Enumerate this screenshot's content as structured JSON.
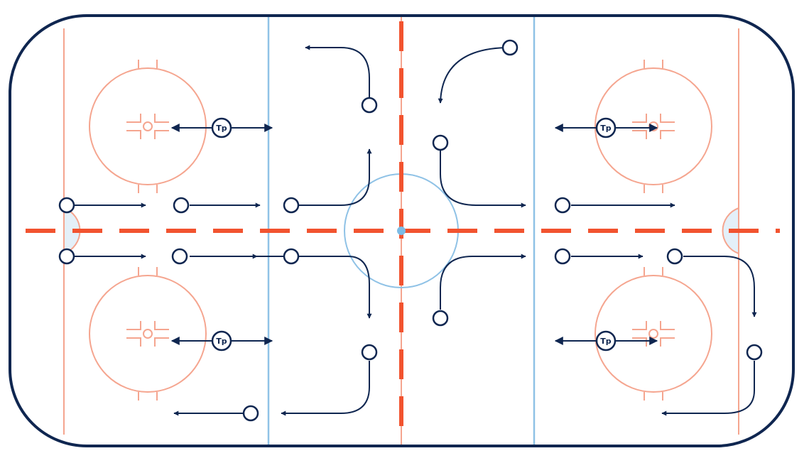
{
  "labels": {
    "tp1": "Tp",
    "tp2": "Tp",
    "tp3": "Tp",
    "tp4": "Tp"
  },
  "colors": {
    "board": "#0f2650",
    "red_line": "#f2532f",
    "faceoff": "#f5a58f",
    "blue_line": "#8fc2e6",
    "crease_fill": "#e4f0f9",
    "player": "#0f2650",
    "center_dot": "#7cbce6",
    "background": "#ffffff"
  },
  "icons": {
    "player": "player-circle-icon",
    "arrow": "arrow-head-icon"
  }
}
